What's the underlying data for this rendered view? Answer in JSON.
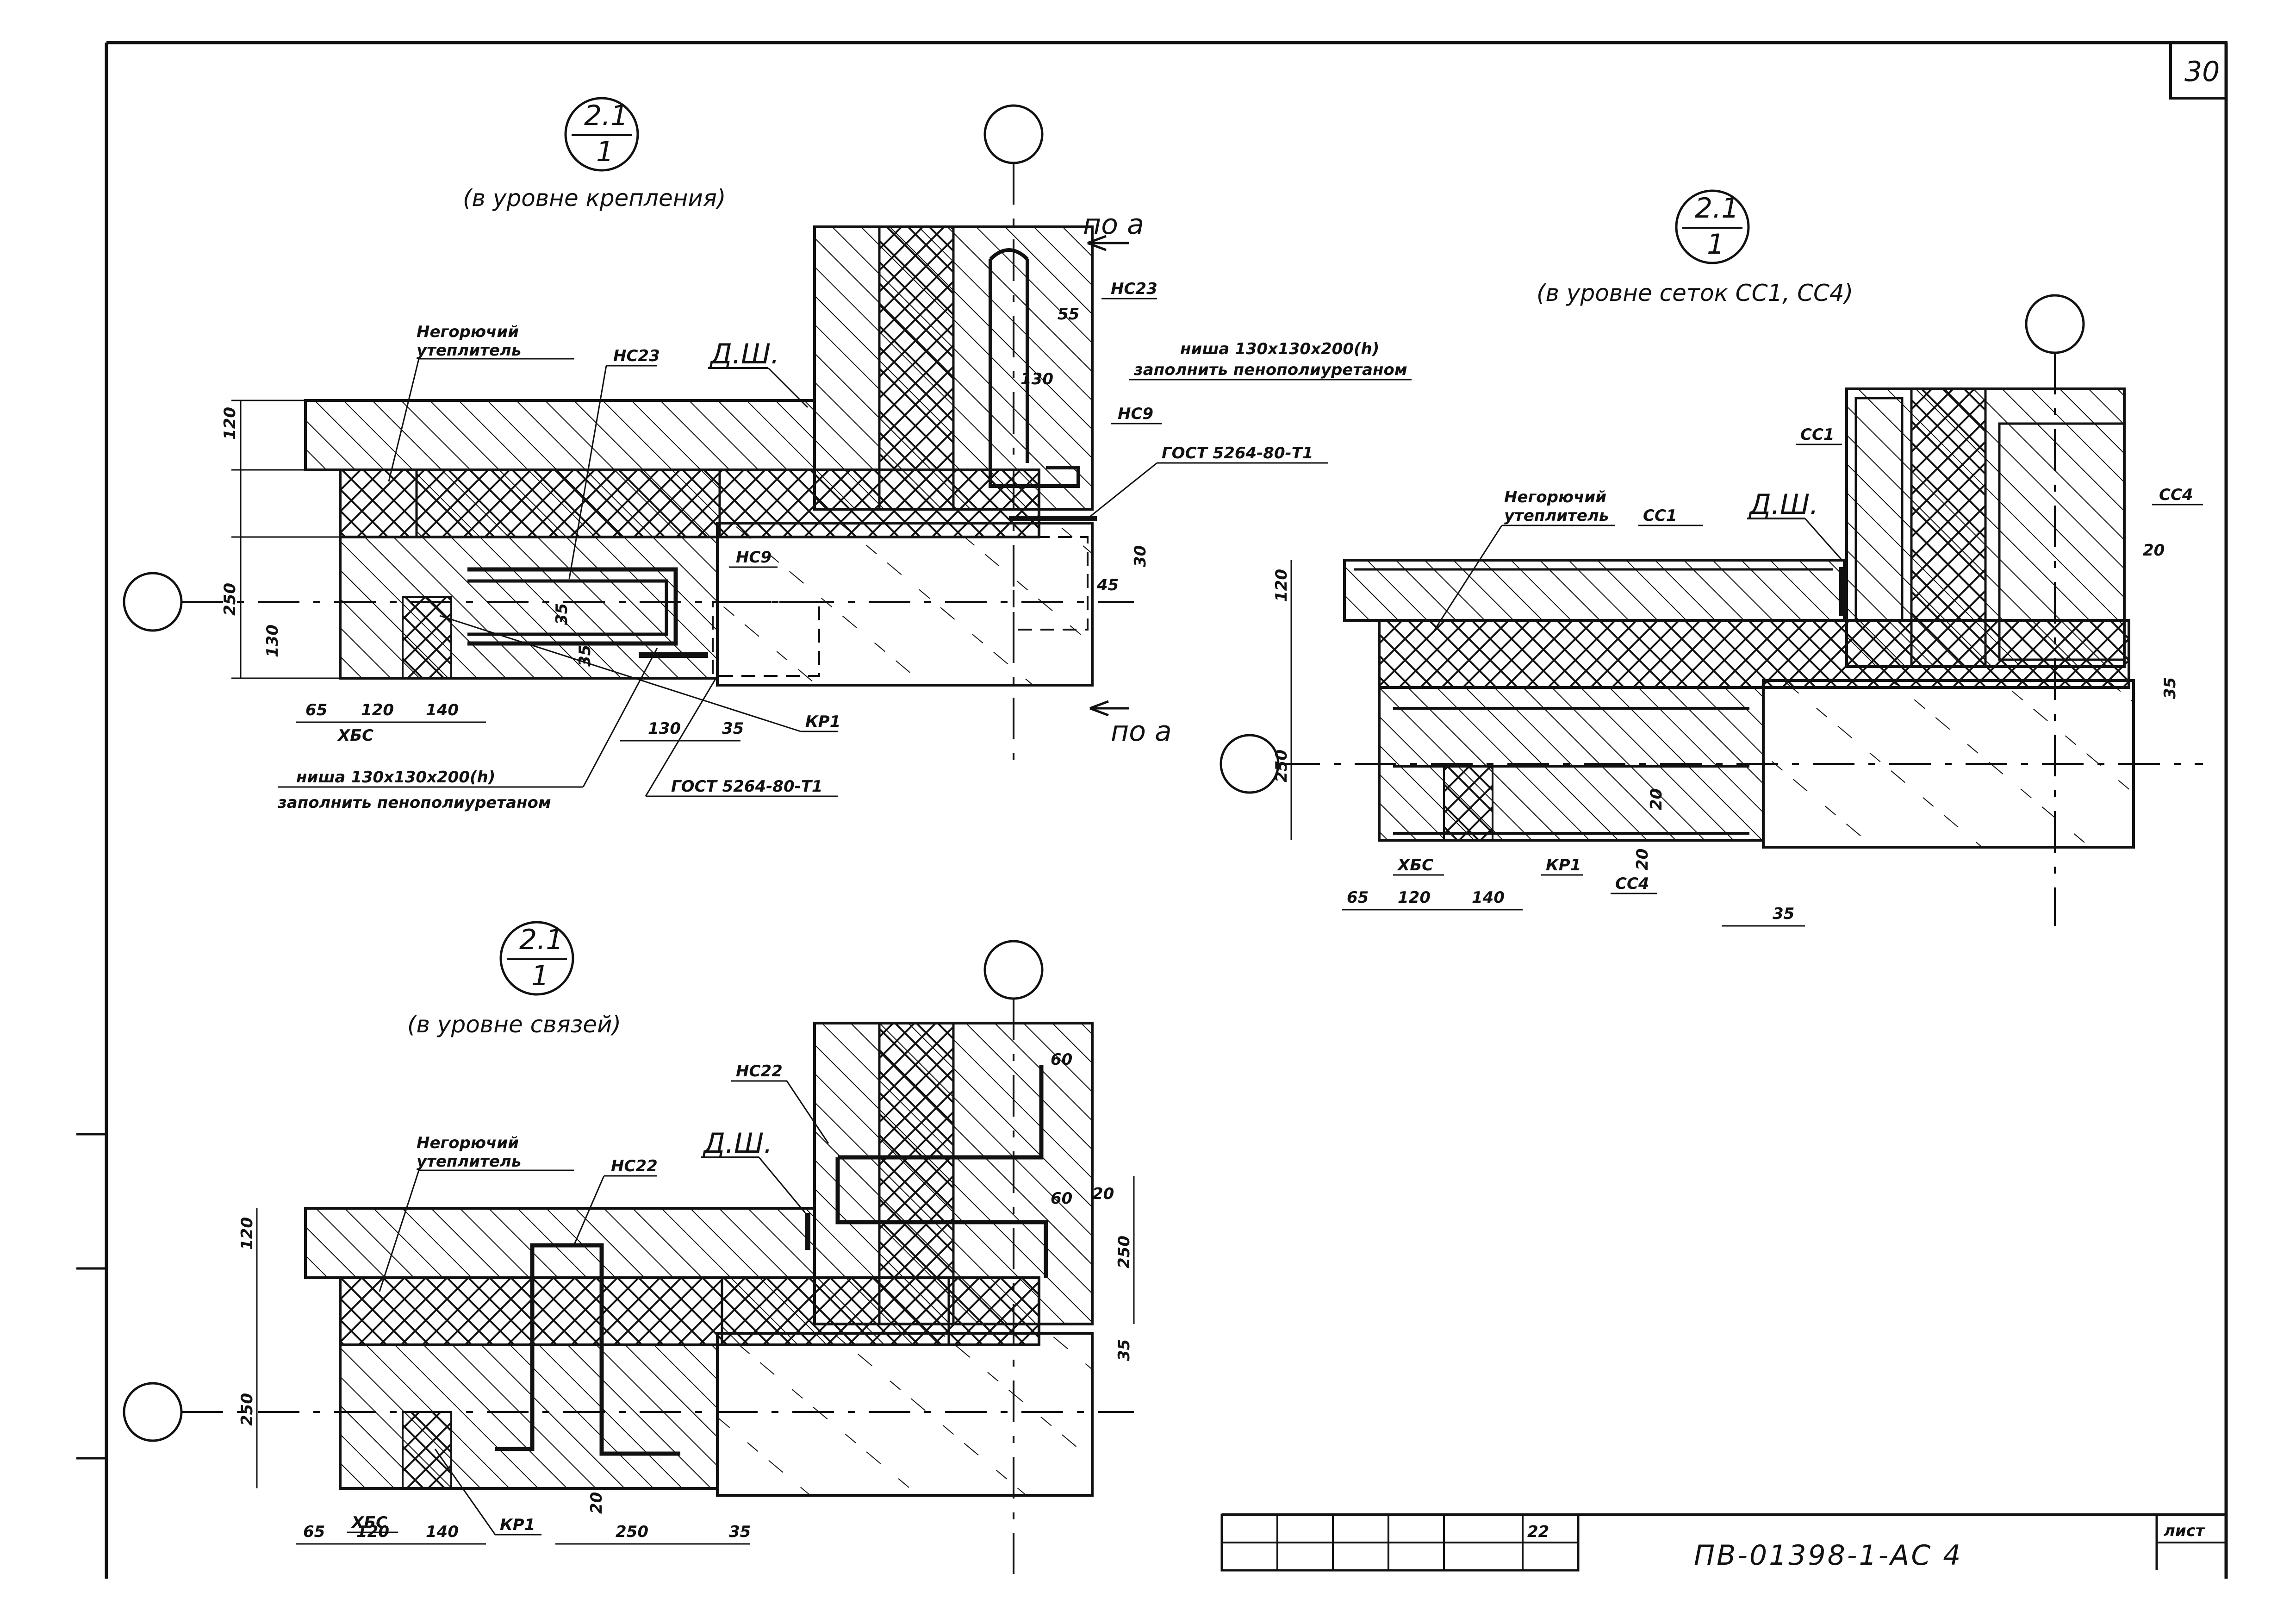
{
  "sheet": {
    "page_number": "30",
    "document_code": "ПВ-01398-1-АС 4",
    "sheet_label": "лист",
    "stamp_cell": "22"
  },
  "details": [
    {
      "id": "fastening",
      "section_top": "2.1",
      "section_bottom": "1",
      "caption": "(в уровне крепления)",
      "labels": {
        "insulation_line1": "Негорючий",
        "insulation_line2": "утеплитель",
        "nc23_a": "НС23",
        "nc23_b": "НС23",
        "dsh": "Д.Ш.",
        "nc9_a": "НС9",
        "nc9_b": "НС9",
        "niche_a_line1": "ниша 130х130х200(h)",
        "niche_a_line2": "заполнить пенополиуретаном",
        "niche_b_line1": "ниша 130х130х200(h)",
        "niche_b_line2": "заполнить пенополиуретаном",
        "gost_a": "ГОСТ 5264-80-Т1",
        "gost_b": "ГОСТ 5264-80-Т1",
        "kp1": "КР1",
        "xbc": "ХБС",
        "section_a_top": "по а",
        "section_a_bottom": "по а"
      },
      "dims": [
        "120",
        "250",
        "130",
        "65",
        "120",
        "140",
        "130",
        "35",
        "55",
        "130",
        "30",
        "45",
        "35",
        "35"
      ]
    },
    {
      "id": "mesh",
      "section_top": "2.1",
      "section_bottom": "1",
      "caption": "(в уровне сеток СС1, СС4)",
      "labels": {
        "insulation_line1": "Негорючий",
        "insulation_line2": "утеплитель",
        "cc1_a": "СС1",
        "cc1_b": "СС1",
        "dsh": "Д.Ш.",
        "cc4_a": "СС4",
        "cc4_b": "СС4",
        "xbc": "ХБС",
        "kp1": "КР1"
      },
      "dims": [
        "120",
        "250",
        "65",
        "120",
        "140",
        "35",
        "20",
        "35",
        "20",
        "20"
      ]
    },
    {
      "id": "ties",
      "section_top": "2.1",
      "section_bottom": "1",
      "caption": "(в уровне связей)",
      "labels": {
        "insulation_line1": "Негорючий",
        "insulation_line2": "утеплитель",
        "nc22_a": "НС22",
        "nc22_b": "НС22",
        "dsh": "Д.Ш.",
        "xbc": "ХБС",
        "kp1": "КР1"
      },
      "dims": [
        "120",
        "250",
        "65",
        "120",
        "140",
        "250",
        "35",
        "20",
        "60",
        "60",
        "20",
        "250",
        "35"
      ]
    }
  ]
}
